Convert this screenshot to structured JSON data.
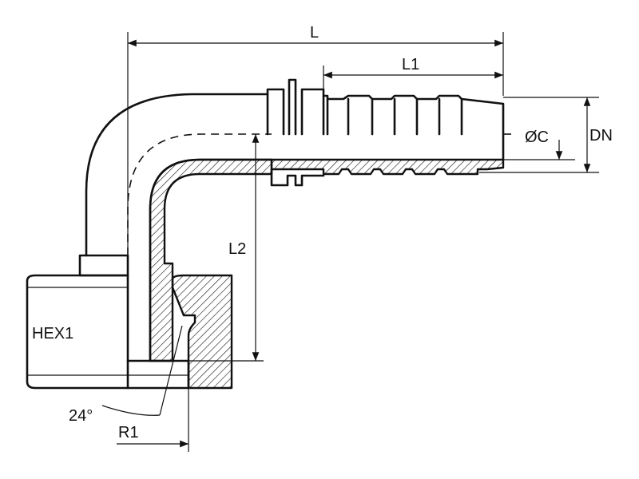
{
  "labels": {
    "L": "L",
    "L1": "L1",
    "L2": "L2",
    "OC": "ØC",
    "DN": "DN",
    "HEX1": "HEX1",
    "angle": "24°",
    "R1": "R1"
  },
  "colors": {
    "line": "#111111",
    "background": "#ffffff"
  }
}
